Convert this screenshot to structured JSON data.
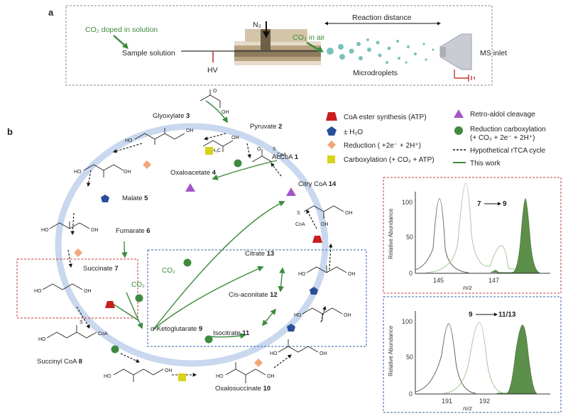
{
  "panel_a": {
    "letter": "a",
    "co2_solution": "CO₂ doped in solution",
    "sample_solution": "Sample solution",
    "hv": "HV",
    "n2": "N₂",
    "co2_air": "CO₂ in air",
    "reaction_distance": "Reaction distance",
    "microdroplets": "Microdroplets",
    "ms_inlet": "MS inlet"
  },
  "panel_b": {
    "letter": "b",
    "compounds": [
      {
        "name": "Glyoxylate",
        "num": "3"
      },
      {
        "name": "Pyruvate",
        "num": "2"
      },
      {
        "name": "AcCoA",
        "num": "1"
      },
      {
        "name": "Oxaloacetate",
        "num": "4"
      },
      {
        "name": "Malate",
        "num": "5"
      },
      {
        "name": "Fumarate",
        "num": "6"
      },
      {
        "name": "Succinate",
        "num": "7"
      },
      {
        "name": "Succinyl CoA",
        "num": "8"
      },
      {
        "name": "α-Ketoglutarate",
        "num": "9"
      },
      {
        "name": "Oxalosuccinate",
        "num": "10"
      },
      {
        "name": "Isocitrate",
        "num": "11"
      },
      {
        "name": "Cis-aconitate",
        "num": "12"
      },
      {
        "name": "Citrate",
        "num": "13"
      },
      {
        "name": "Citry CoA",
        "num": "14"
      }
    ],
    "co2_labels": [
      "CO₂",
      "CO₂"
    ],
    "chem_text": {
      "oh": "OH",
      "ho": "HO",
      "o": "O",
      "s": "S",
      "coa": "CoA",
      "h3c": "H₃C"
    }
  },
  "legend": [
    {
      "label": "CoA ester synthesis (ATP)",
      "shape": "trapezoid",
      "color": "#c81e1e"
    },
    {
      "label": "± H₂O",
      "shape": "pentagon",
      "color": "#2a4f9a"
    },
    {
      "label": "Reduction ( +2e⁻ + 2H⁺)",
      "shape": "diamond",
      "color": "#f2a77a"
    },
    {
      "label": "Carboxylation (+ CO₂ + ATP)",
      "shape": "square",
      "color": "#d8d21c"
    },
    {
      "label": "Retro-aldol cleavage",
      "shape": "triangle",
      "color": "#a455c8"
    },
    {
      "label": "Reduction carboxylation",
      "label2": "(+ CO₂ + 2e⁻ + 2H⁺)",
      "shape": "circle",
      "color": "#3f8a3f"
    },
    {
      "label": "Hypothetical rTCA cycle",
      "shape": "dashed-line",
      "color": "#111111"
    },
    {
      "label": "This work",
      "shape": "line",
      "color": "#3c8a3c"
    }
  ],
  "colors": {
    "cycle": "#c9d8ee",
    "green": "#3c8a3c",
    "red_box": "#c63a3a",
    "blue_box": "#3a63a8",
    "peak_grey": "#777777",
    "peak_light": "#9cc38e",
    "peak_fill": "#4f8a3f"
  },
  "spectra": [
    {
      "title_from": "7",
      "title_to": "9",
      "ylabel": "Relative Abundance",
      "xlabel": "m/z",
      "yticks": [
        "0",
        "50",
        "100"
      ],
      "xticks": [
        "145",
        "147"
      ]
    },
    {
      "title_from": "9",
      "title_to": "11/13",
      "ylabel": "Relative Abundance",
      "xlabel": "m/z",
      "yticks": [
        "0",
        "50",
        "100"
      ],
      "xticks": [
        "191",
        "192"
      ]
    }
  ]
}
